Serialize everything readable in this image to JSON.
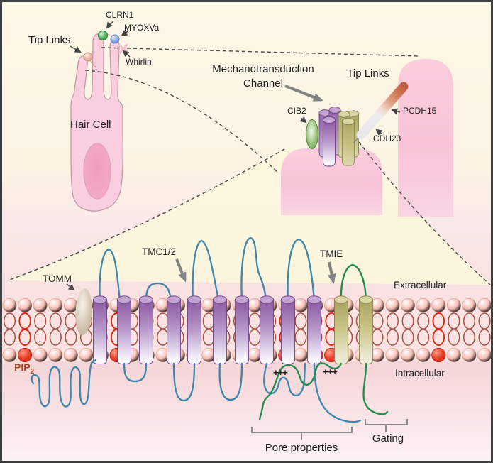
{
  "figure": {
    "overview": {
      "tip_links_label": "Tip Links",
      "clrn1_label": "CLRN1",
      "myoxva_label": "MYOXVa",
      "whirlin_label": "Whirlin",
      "hair_cell_label": "Hair Cell"
    },
    "channel_view": {
      "mechanotransduction_line1": "Mechanotransduction",
      "mechanotransduction_line2": "Channel",
      "tip_links_label": "Tip Links",
      "cib2_label": "CIB2",
      "pcdh15_label": "PCDH15",
      "cdh23_label": "CDH23"
    },
    "membrane_view": {
      "tomm_label": "TOMM",
      "tmc12_label": "TMC1/2",
      "tmie_label": "TMIE",
      "extracellular_label": "Extracellular",
      "intracellular_label": "Intracellular",
      "pip2_label": "PIP",
      "pip2_subscript": "2",
      "plus_charges_left": "+++",
      "plus_charges_right": "+++",
      "pore_properties_label": "Pore properties",
      "gating_label": "Gating"
    },
    "colors": {
      "background_cream": "#fdf7e6",
      "background_pink": "#f6d8da",
      "membrane_band": "#fae3e1",
      "lipid_head": "#f2b3a8",
      "lipid_tail_stroke": "#a84f46",
      "pip2_red": "#e13a24",
      "tmc_purple": "#9a6db1",
      "tmie_olive": "#c9c487",
      "tmc_line_blue": "#3e86aa",
      "tmie_line_green": "#1d8a4e",
      "cib2_green": "#7fb363",
      "tomm_tan": "#cfc2ad",
      "stereocilium_pink": "#f8c5d7",
      "hair_cell_pink": "#f9cfe0",
      "nucleus_pink": "#f2a5c3",
      "pcdh15_red": "#c4684c",
      "cdh23_white": "#e9e7ea",
      "pip2_label": "#ad431e",
      "frame": "#3f3f3f"
    }
  }
}
